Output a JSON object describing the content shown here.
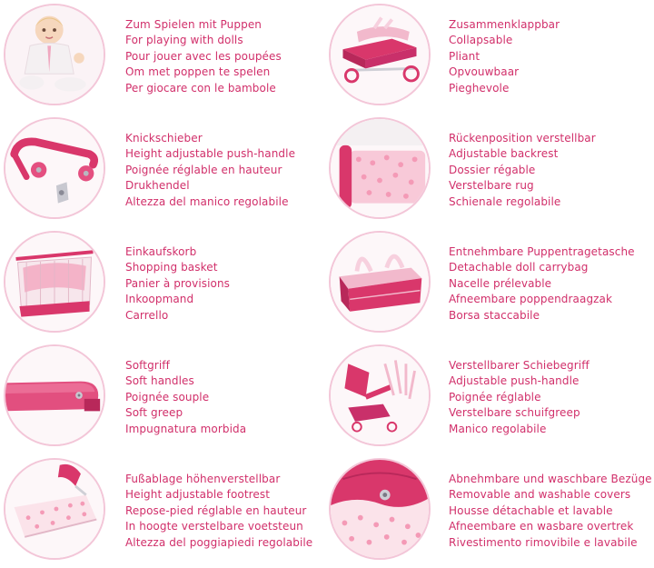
{
  "colors": {
    "text": "#d12f6a",
    "circle_border": "#f3c6d8",
    "product_pink": "#d9376b",
    "product_light": "#f8dce6"
  },
  "features": [
    {
      "icon": "doll-icon",
      "lines": [
        "Zum Spielen mit Puppen",
        "For playing with dolls",
        "Pour jouer avec les poupées",
        "Om met poppen te spelen",
        "Per giocare con le bambole"
      ]
    },
    {
      "icon": "folded-stroller-icon",
      "lines": [
        "Zusammenklappbar",
        "Collapsable",
        "Pliant",
        "Opvouwbaar",
        "Pieghevole"
      ]
    },
    {
      "icon": "push-handle-icon",
      "lines": [
        "Knickschieber",
        "Height adjustable push-handle",
        "Poignée réglable en hauteur",
        "Drukhendel",
        "Altezza del manico regolabile"
      ]
    },
    {
      "icon": "backrest-icon",
      "lines": [
        "Rückenposition verstellbar",
        "Adjustable backrest",
        "Dossier régable",
        "Verstelbare rug",
        "Schienale regolabile"
      ]
    },
    {
      "icon": "shopping-basket-icon",
      "lines": [
        "Einkaufskorb",
        "Shopping basket",
        "Panier à provisions",
        "Inkoopmand",
        "Carrello"
      ]
    },
    {
      "icon": "carrybag-icon",
      "lines": [
        "Entnehmbare Puppentragetasche",
        "Detachable doll carrybag",
        "Nacelle prélevable",
        "Afneembare poppendraagzak",
        "Borsa staccabile"
      ]
    },
    {
      "icon": "soft-handle-icon",
      "lines": [
        "Softgriff",
        "Soft handles",
        "Poignée souple",
        "Soft greep",
        "Impugnatura morbida"
      ]
    },
    {
      "icon": "adjustable-handle-icon",
      "lines": [
        "Verstellbarer Schiebegriff",
        "Adjustable push-handle",
        "Poignée réglable",
        "Verstelbare schuifgreep",
        "Manico regolabile"
      ]
    },
    {
      "icon": "footrest-icon",
      "lines": [
        "Fußablage höhenverstellbar",
        "Height adjustable footrest",
        "Repose-pied réglable en hauteur",
        "In hoogte verstelbare voetsteun",
        "Altezza del poggiapiedi regolabile"
      ]
    },
    {
      "icon": "washable-cover-icon",
      "lines": [
        "Abnehmbare und waschbare Bezüge",
        "Removable and washable covers",
        "Housse détachable et lavable",
        "Afneembare en wasbare overtrek",
        "Rivestimento rimovibile e lavabile"
      ]
    }
  ]
}
